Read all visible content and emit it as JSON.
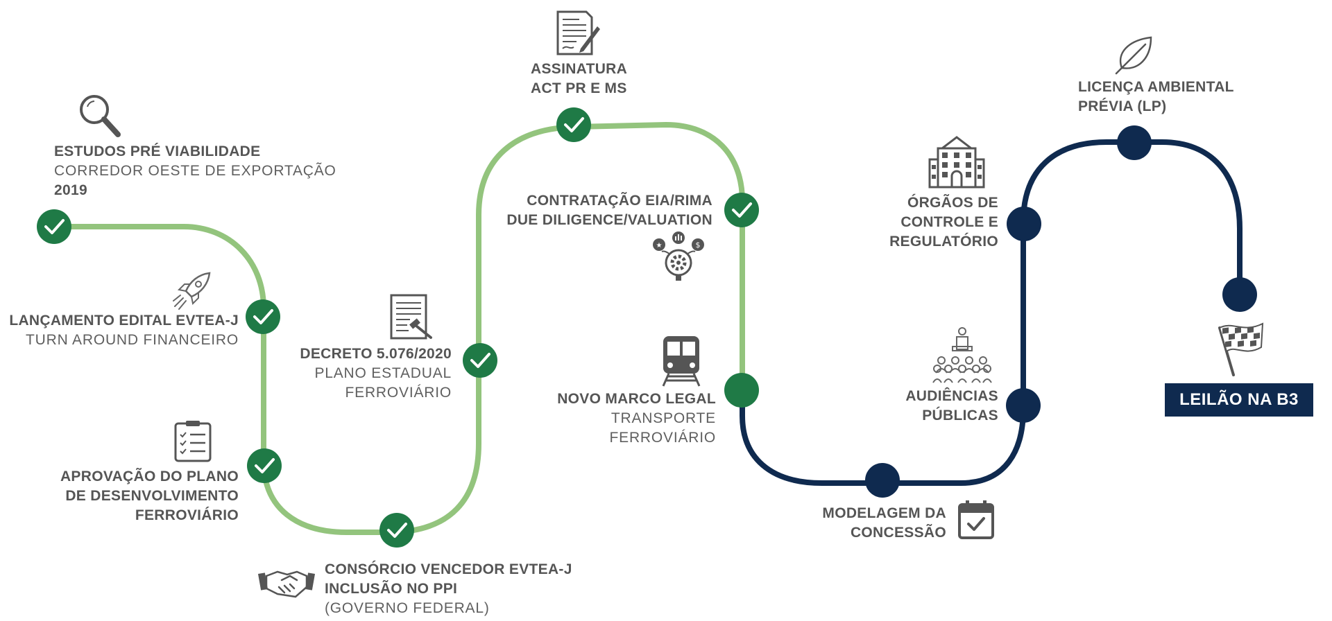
{
  "milestones": {
    "m1": {
      "line1": "ESTUDOS PRÉ VIABILIDADE",
      "line2": "CORREDOR OESTE DE EXPORTAÇÃO",
      "line3": "2019",
      "icon": "magnifier-icon",
      "status": "done"
    },
    "m2": {
      "line1": "LANÇAMENTO EDITAL EVTEA-J",
      "line2": "TURN AROUND FINANCEIRO",
      "icon": "rocket-icon",
      "status": "done"
    },
    "m3": {
      "line1": "APROVAÇÃO DO PLANO",
      "line2": "DE DESENVOLVIMENTO",
      "line3": "FERROVIÁRIO",
      "icon": "clipboard-checklist-icon",
      "status": "done"
    },
    "m4": {
      "line1": "CONSÓRCIO VENCEDOR EVTEA-J",
      "line2": "INCLUSÃO NO PPI",
      "line3": "(GOVERNO FEDERAL)",
      "icon": "handshake-icon",
      "status": "done"
    },
    "m5": {
      "line1": "DECRETO 5.076/2020",
      "line2": "PLANO ESTADUAL",
      "line3": "FERROVIÁRIO",
      "icon": "decree-document-icon",
      "status": "done"
    },
    "m6": {
      "line1": "ASSINATURA",
      "line2": "ACT PR E MS",
      "icon": "signing-document-icon",
      "status": "done"
    },
    "m7": {
      "line1": "CONTRATAÇÃO EIA/RIMA",
      "line2": "DUE DILIGENCE/VALUATION",
      "icon": "valuation-gear-icon",
      "status": "done"
    },
    "m8": {
      "line1": "NOVO MARCO LEGAL",
      "line2": "TRANSPORTE",
      "line3": "FERROVIÁRIO",
      "icon": "train-icon",
      "status": "current"
    },
    "m9": {
      "line1": "MODELAGEM DA",
      "line2": "CONCESSÃO",
      "icon": "calendar-check-icon",
      "status": "pending"
    },
    "m10": {
      "line1": "AUDIÊNCIAS",
      "line2": "PÚBLICAS",
      "icon": "audience-icon",
      "status": "pending"
    },
    "m11": {
      "line1": "ÓRGÃOS DE",
      "line2": "CONTROLE E",
      "line3": "REGULATÓRIO",
      "icon": "government-building-icon",
      "status": "pending"
    },
    "m12": {
      "line1": "LICENÇA AMBIENTAL",
      "line2": "PRÉVIA (LP)",
      "icon": "leaf-icon",
      "status": "pending"
    }
  },
  "final": {
    "label": "LEILÃO NA B3",
    "icon": "checkered-flag-icon"
  },
  "colors": {
    "done_path": "#93c47d",
    "done_dot": "#1f7a46",
    "pending_path": "#0f2a4f",
    "final_bg": "#0f2a4f",
    "check": "#ffffff"
  }
}
